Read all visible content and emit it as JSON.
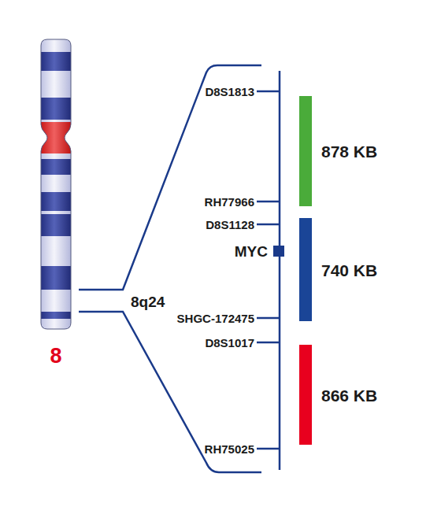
{
  "diagram": {
    "nodes": [
      {
        "text": [
          "878 KB"
        ]
      },
      {
        "text": [
          "740 KB"
        ]
      },
      {
        "text": [
          "866 KB"
        ]
      }
    ],
    "labels": [
      "8",
      "8q24",
      "D8S1813",
      "RH77966",
      "D8S1128",
      "MYC",
      "SHGC-172475",
      "D8S1017",
      "RH75025"
    ]
  }
}
